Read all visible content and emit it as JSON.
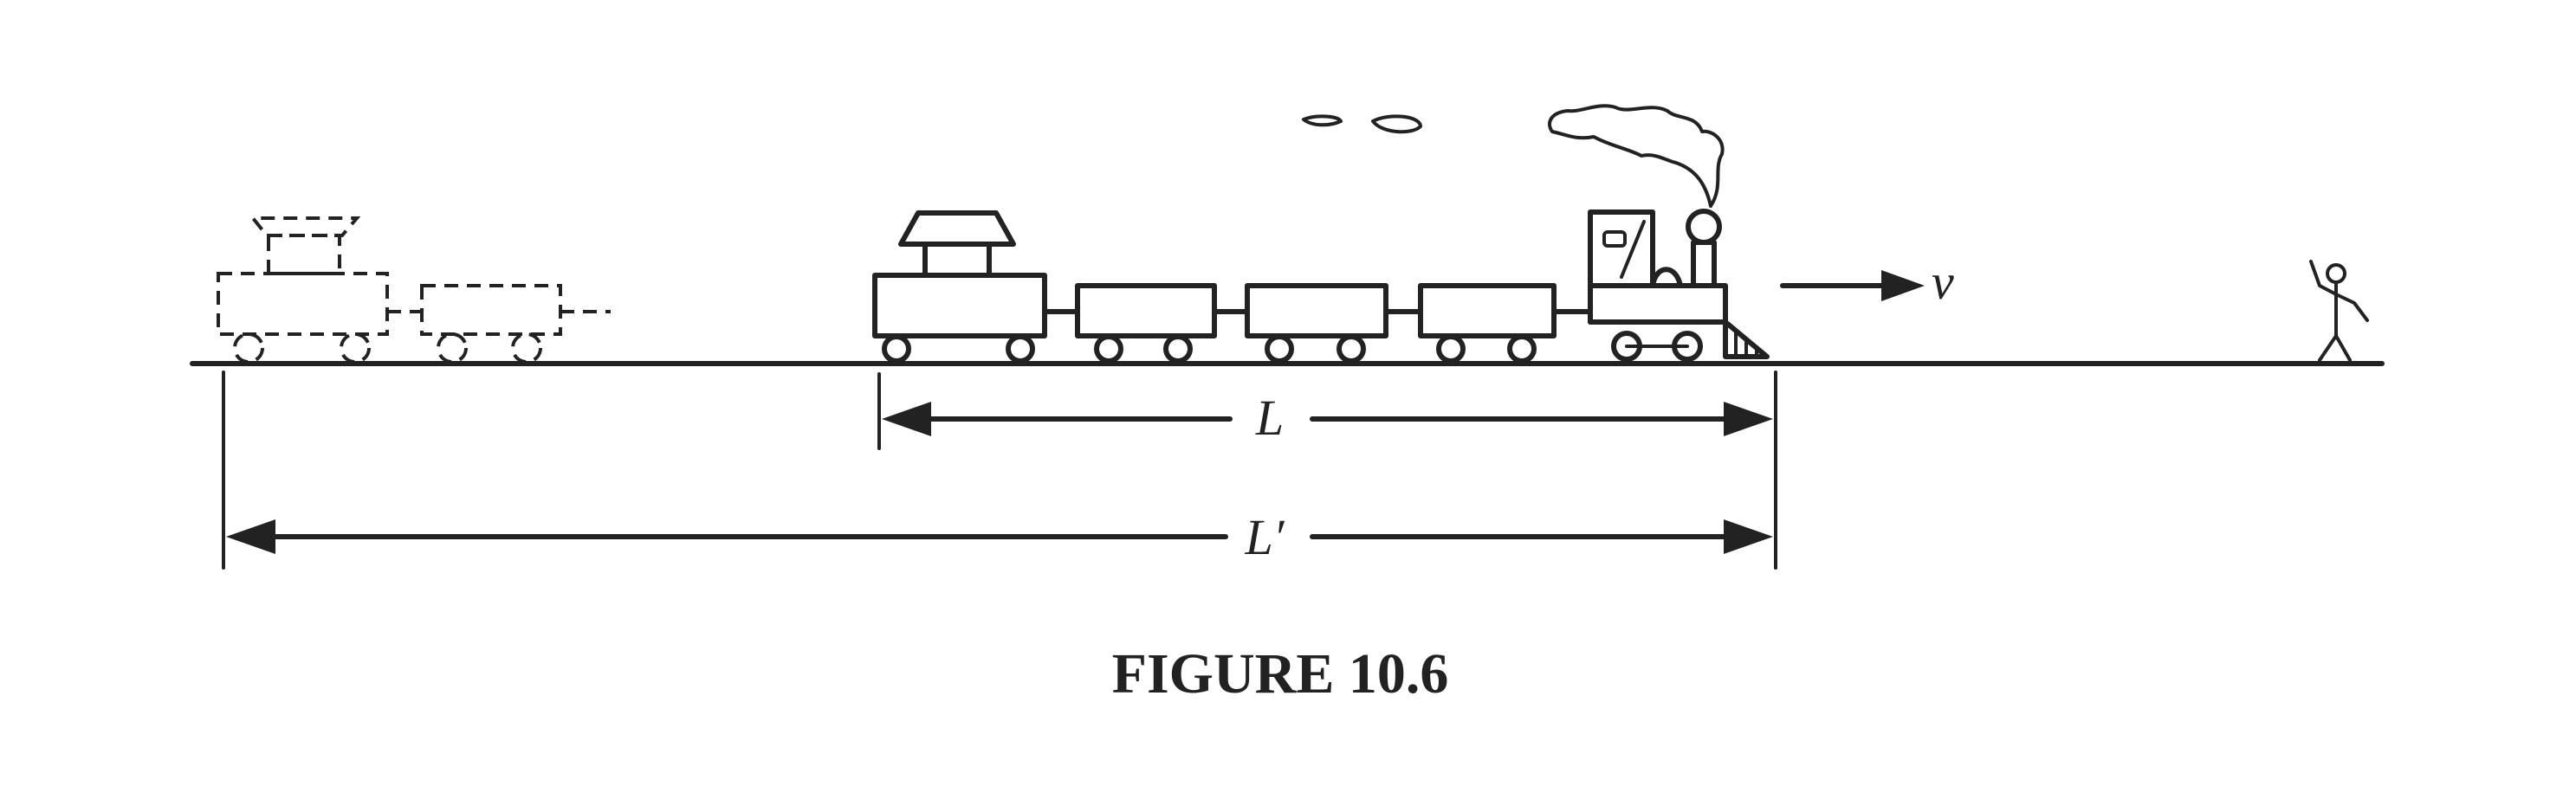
{
  "figure": {
    "caption": "FIGURE 10.6",
    "velocity_label": "v",
    "proper_length_label": "L",
    "contracted_length_label": "L′"
  },
  "colors": {
    "ink": "#222222",
    "background": "#ffffff"
  },
  "icons": [
    "dashed-train-icon",
    "train-icon",
    "locomotive-icon",
    "smoke-icon",
    "velocity-arrow-icon",
    "stick-figure-observer-icon"
  ]
}
